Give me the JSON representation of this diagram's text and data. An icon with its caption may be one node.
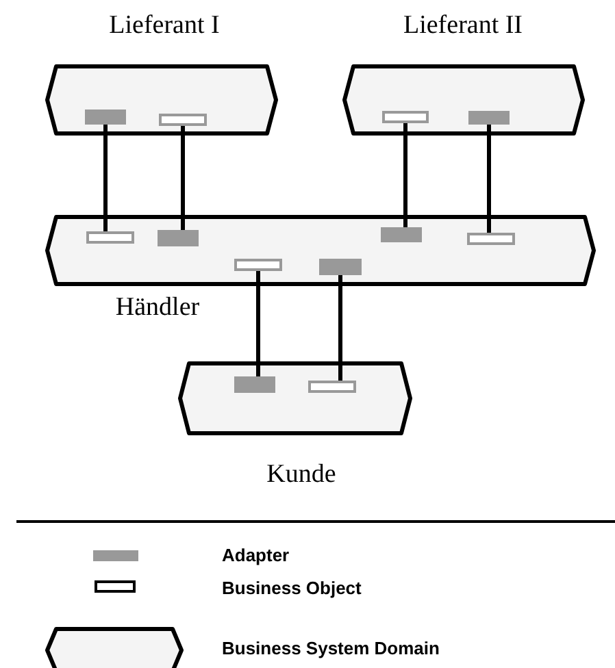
{
  "diagram": {
    "nodes": [
      {
        "text": [
          "Lieferant I"
        ]
      },
      {
        "text": [],
        "shape": "bar",
        "in": 0
      },
      {
        "text": [],
        "shape": "box",
        "in": 0
      },
      {
        "text": [
          "Lieferant II"
        ]
      },
      {
        "text": [],
        "shape": "box",
        "in": 3
      },
      {
        "text": [],
        "shape": "bar",
        "in": 3
      },
      {
        "text": [
          "Händler"
        ]
      },
      {
        "text": [],
        "shape": "box",
        "in": 6
      },
      {
        "text": [],
        "shape": "bar",
        "in": 6
      },
      {
        "text": [],
        "shape": "bar",
        "in": 6
      },
      {
        "text": [],
        "shape": "box",
        "in": 6
      },
      {
        "text": [],
        "shape": "box",
        "in": 6
      },
      {
        "text": [],
        "shape": "bar",
        "in": 6
      },
      {
        "text": [
          "Kunde"
        ]
      },
      {
        "text": [],
        "shape": "bar",
        "in": 13
      },
      {
        "text": [],
        "shape": "box",
        "in": 13
      }
    ],
    "edges": [
      {
        "from": 1,
        "to": 7,
        "arrow": "none"
      },
      {
        "from": 2,
        "to": 8,
        "arrow": "none"
      },
      {
        "from": 4,
        "to": 9,
        "arrow": "none"
      },
      {
        "from": 5,
        "to": 10,
        "arrow": "none"
      },
      {
        "from": 11,
        "to": 14,
        "arrow": "none"
      },
      {
        "from": 12,
        "to": 15,
        "arrow": "none"
      }
    ],
    "legend": [
      {
        "text": "Adapter",
        "color": "#999999"
      },
      {
        "text": "Business Object"
      },
      {
        "text": "Business System Domain"
      }
    ]
  }
}
